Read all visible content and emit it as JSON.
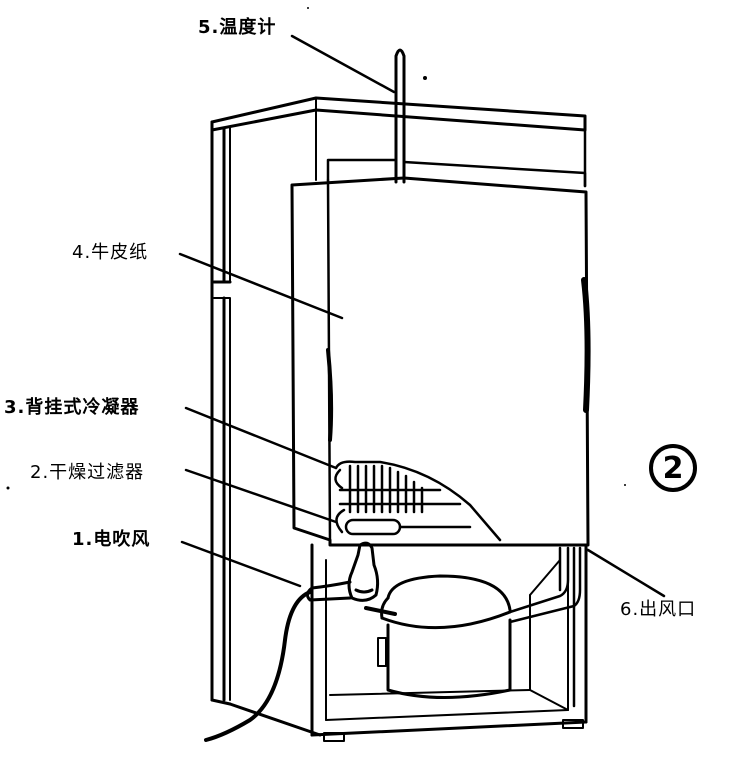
{
  "figure": {
    "number": "2",
    "subject": "refrigerator rear view with drying setup",
    "line_color": "#000000",
    "background": "#ffffff"
  },
  "labels": [
    {
      "id": "1",
      "text": "1.电吹风",
      "meaning": "electric hair dryer"
    },
    {
      "id": "2",
      "text": "2.干燥过滤器",
      "meaning": "drying filter"
    },
    {
      "id": "3",
      "text": "3.背挂式冷凝器",
      "meaning": "back-mounted condenser"
    },
    {
      "id": "4",
      "text": "4.牛皮纸",
      "meaning": "kraft paper"
    },
    {
      "id": "5",
      "text": "5.温度计",
      "meaning": "thermometer"
    },
    {
      "id": "6",
      "text": "6.出风口",
      "meaning": "air outlet"
    }
  ]
}
